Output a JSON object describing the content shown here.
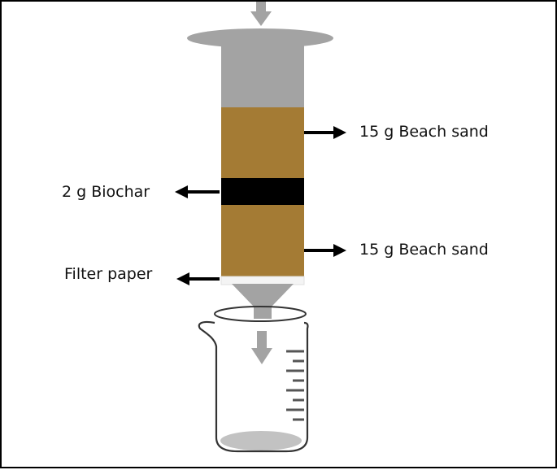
{
  "labels": {
    "top_sand": "15 g Beach sand",
    "biochar": "2 g Biochar",
    "bottom_sand": "15 g Beach sand",
    "filter_paper": "Filter paper"
  },
  "colors": {
    "sand": "#A47B34",
    "biochar": "#000000",
    "syringe_gray": "#A3A3A3",
    "filter_paper": "#F4F4F4",
    "beaker_outline": "#333333",
    "liquid": "#C2C2C2",
    "arrow": "#000000"
  },
  "beaker": {
    "graduation_count": 8
  }
}
